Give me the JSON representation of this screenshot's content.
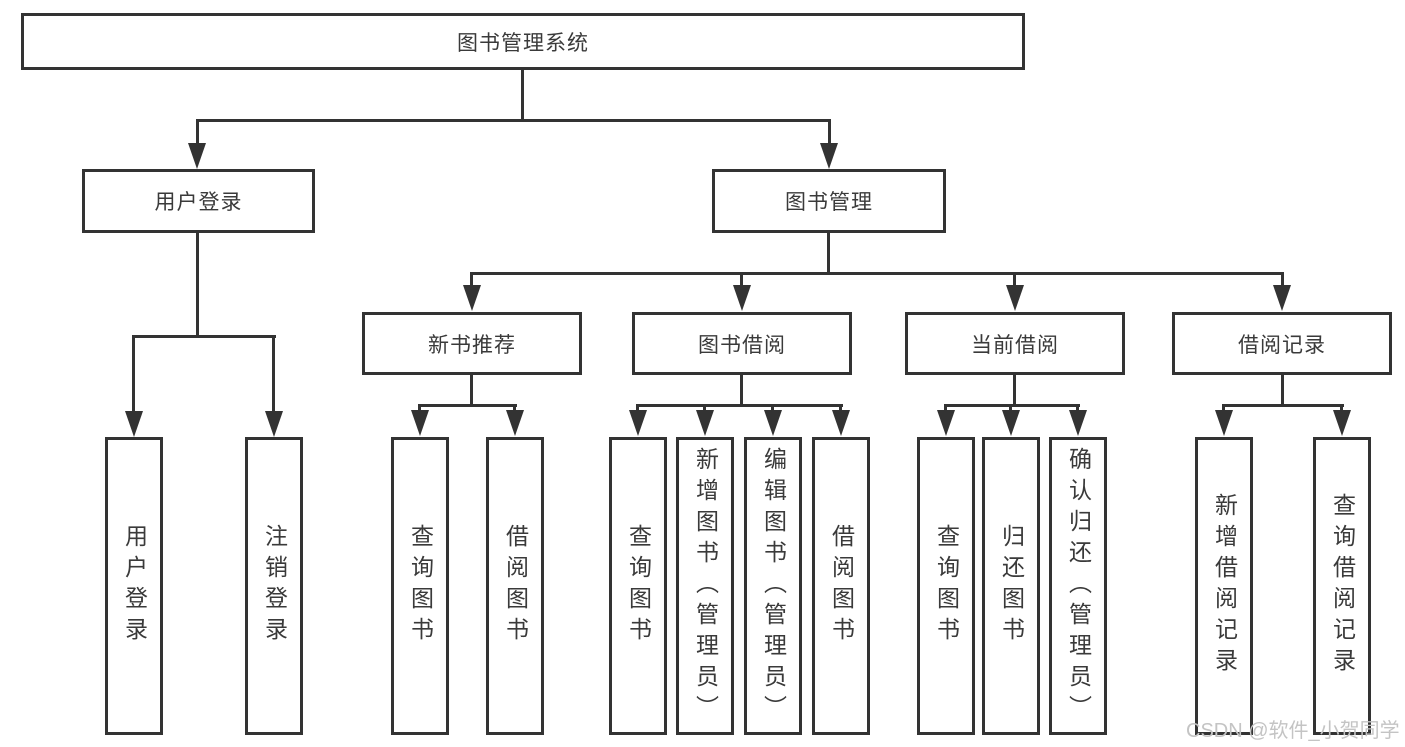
{
  "title": {
    "label": "图书管理系统"
  },
  "nodes": {
    "user_login": {
      "label": "用户登录",
      "children": [
        "用户登录",
        "注销登录"
      ]
    },
    "book_mgmt": {
      "label": "图书管理"
    },
    "new_book": {
      "label": "新书推荐",
      "children": [
        "查询图书",
        "借阅图书"
      ]
    },
    "book_borrow": {
      "label": "图书借阅",
      "children": [
        "查询图书",
        "新增图书（管理员）",
        "编辑图书（管理员）",
        "借阅图书"
      ]
    },
    "current_borrow": {
      "label": "当前借阅",
      "children": [
        "查询图书",
        "归还图书",
        "确认归还（管理员）"
      ]
    },
    "borrow_record": {
      "label": "借阅记录",
      "children": [
        "新增借阅记录",
        "查询借阅记录"
      ]
    }
  },
  "watermark": "CSDN @软件_小贺同学",
  "colors": {
    "line": "#333333",
    "text": "#3a3a3a",
    "watermark": "#c4c4c4",
    "background": "#ffffff"
  }
}
